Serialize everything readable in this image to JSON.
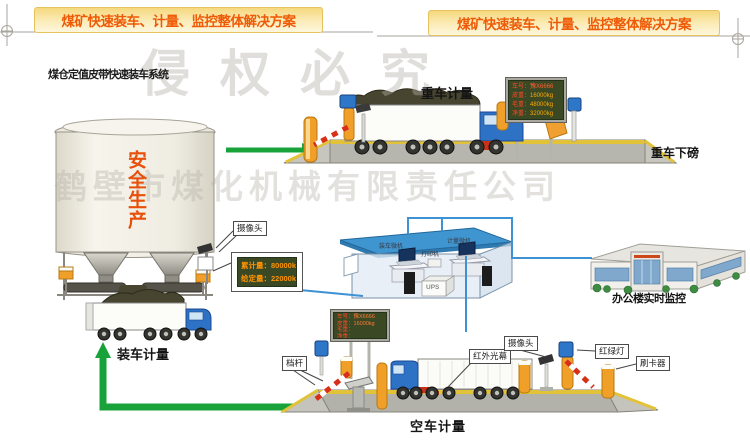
{
  "header": {
    "banner_left": "煤矿快速装车、计量、监控整体解决方案",
    "banner_right": "煤矿快速装车、计量、监控整体解决方案",
    "subtitle": "煤仓定值皮带快速装车系统"
  },
  "watermarks": {
    "stamp": "侵权必究",
    "company": "鹤壁市煤化机械有限责任公司"
  },
  "silo": {
    "slogan": "安全生产"
  },
  "flow": {
    "loading_label": "装车计量",
    "heavy_label": "重车计量",
    "heavy_exit_label": "重车下磅",
    "empty_label": "空车计量",
    "office_label": "办公楼实时监控"
  },
  "callouts": {
    "camera_top": "摄像头",
    "camera_bottom": "摄像头",
    "barrier": "档杆",
    "light_curtain": "红外光幕",
    "traffic_light": "红绿灯",
    "card_reader": "刷卡器"
  },
  "control_room": {
    "pc_left": "装车微机",
    "printer": "打印机",
    "pc_right": "计量微机",
    "ups": "UPS"
  },
  "loading_display": {
    "line1": "累计量：80000kg",
    "line2": "给定量：22000kg"
  },
  "heavy_display": {
    "rows": [
      {
        "label": "车号：",
        "value": "豫X6666"
      },
      {
        "label": "皮重：",
        "value": "16000kg"
      },
      {
        "label": "毛重：",
        "value": "48000kg"
      },
      {
        "label": "净重：",
        "value": "32000kg"
      }
    ]
  },
  "empty_display": {
    "rows": [
      {
        "label": "车号：",
        "value": "豫X6666"
      },
      {
        "label": "皮重：",
        "value": "16000kg"
      },
      {
        "label": "毛重：",
        "value": ""
      },
      {
        "label": "净重：",
        "value": ""
      }
    ]
  },
  "colors": {
    "banner_text": "#ee5a06",
    "arrow_green": "#18a23a",
    "wire_blue": "#3e92d4",
    "display_bg": "#3b4824",
    "display_value": "#ffaa00",
    "display_label": "#ff4a28",
    "safety_slogan": "#e8500a"
  }
}
